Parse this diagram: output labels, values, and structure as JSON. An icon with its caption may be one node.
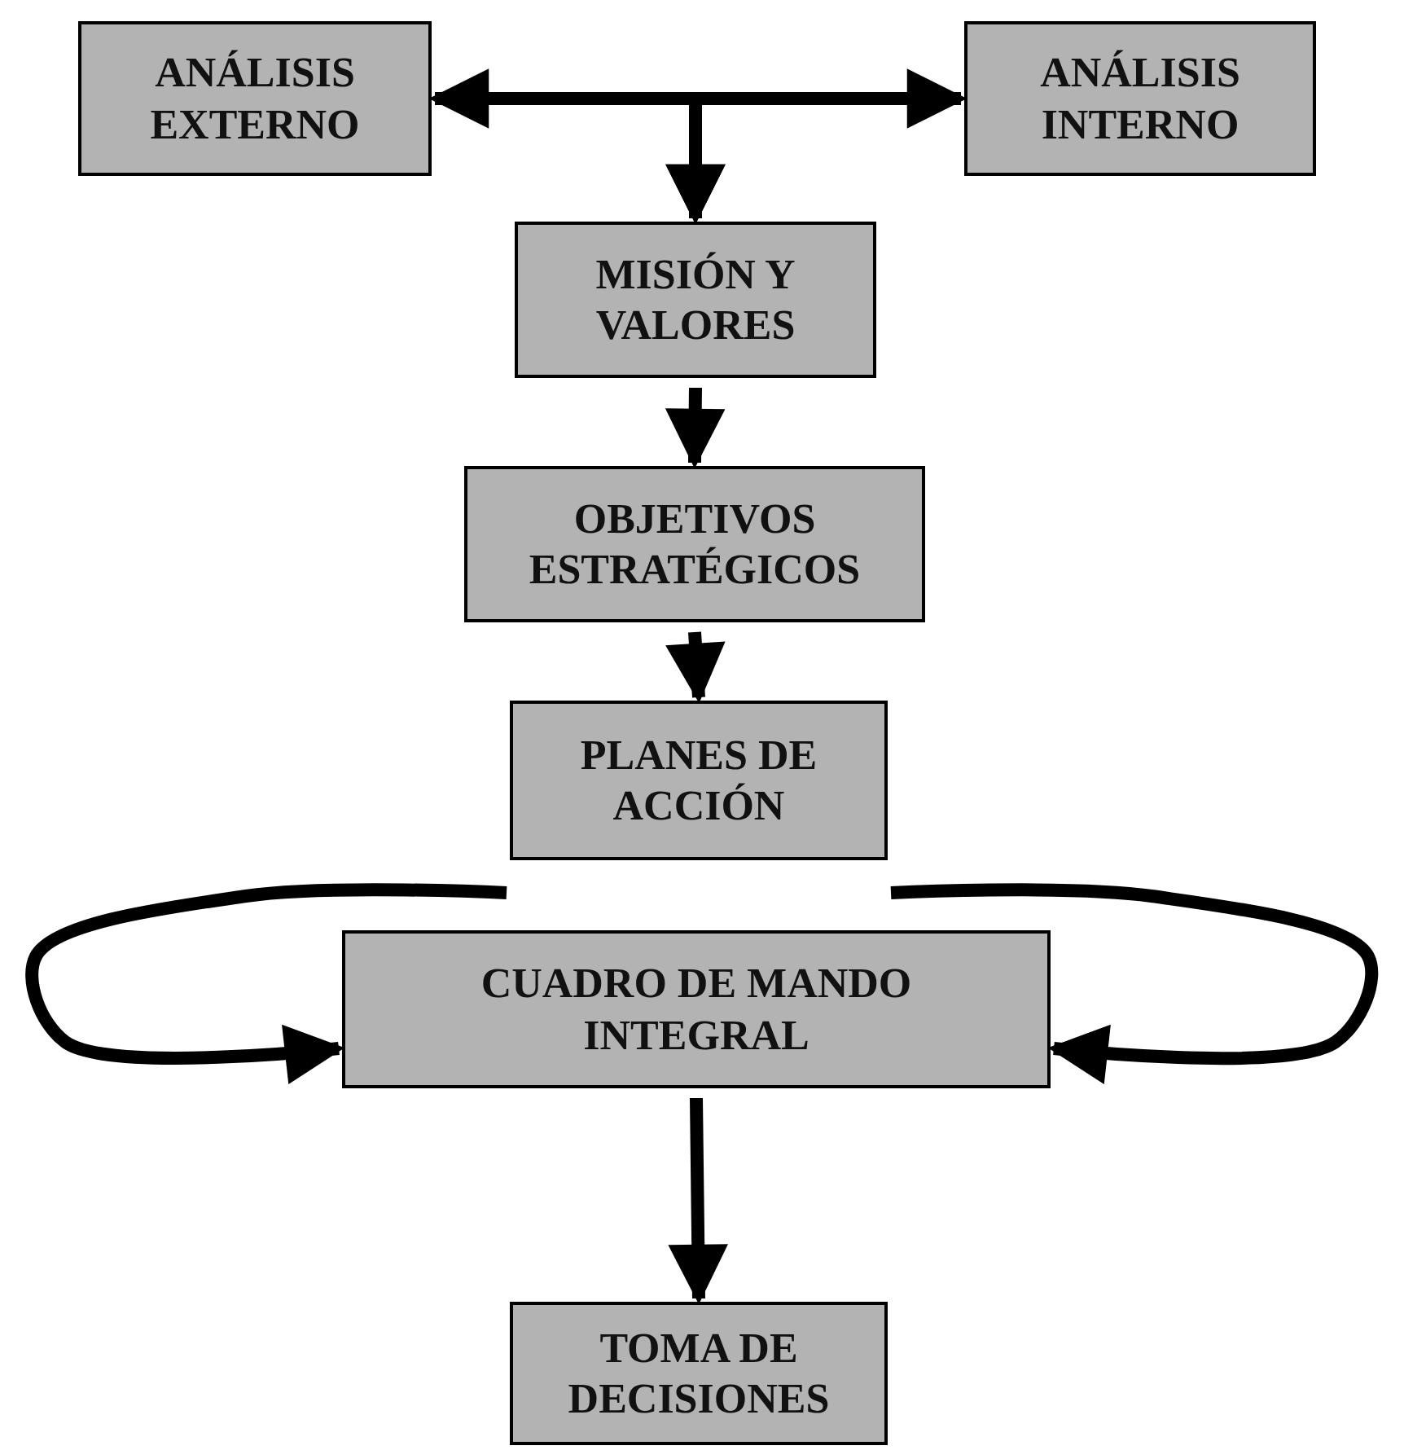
{
  "diagram": {
    "nodes": [
      {
        "text": [
          "ANÁLISIS EXTERNO"
        ]
      },
      {
        "text": [
          "ANÁLISIS INTERNO"
        ]
      },
      {
        "text": [
          "MISIÓN Y VALORES"
        ]
      },
      {
        "text": [
          "OBJETIVOS ESTRATÉGICOS"
        ]
      },
      {
        "text": [
          "PLANES DE ACCIÓN"
        ]
      },
      {
        "text": [
          "CUADRO DE MANDO INTEGRAL"
        ]
      },
      {
        "text": [
          "TOMA DE DECISIONES"
        ]
      }
    ],
    "edges": [
      {
        "from": 0,
        "to": 1,
        "arrow": "both"
      },
      {
        "from": 0,
        "to": 2,
        "arrow": "to"
      },
      {
        "from": 1,
        "to": 2,
        "arrow": "to"
      },
      {
        "from": 2,
        "to": 3,
        "arrow": "to"
      },
      {
        "from": 3,
        "to": 4,
        "arrow": "to"
      },
      {
        "from": 4,
        "to": 5,
        "arrow": "to"
      },
      {
        "from": 4,
        "to": 5,
        "arrow": "to"
      },
      {
        "from": 5,
        "to": 6,
        "arrow": "to"
      }
    ]
  }
}
